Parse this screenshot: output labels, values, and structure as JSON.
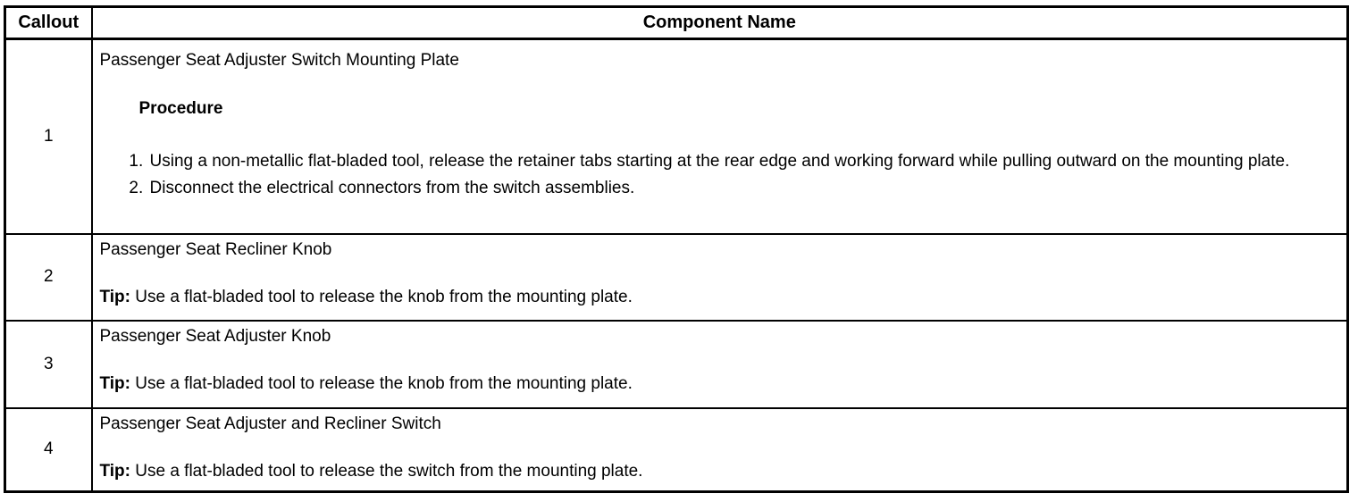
{
  "page": {
    "background_color": "#ffffff",
    "text_color": "#000000",
    "border_color": "#000000"
  },
  "table": {
    "headers": [
      {
        "label": "Callout"
      },
      {
        "label": "Component Name"
      }
    ],
    "rows": [
      {
        "callout": "1",
        "component": "Passenger Seat Adjuster Switch Mounting Plate",
        "procedure_heading": "Procedure",
        "steps": [
          "Using a non-metallic flat-bladed tool, release the retainer tabs starting at the rear edge and working forward while pulling outward on the mounting plate.",
          "Disconnect the electrical connectors from the switch assemblies."
        ]
      },
      {
        "callout": "2",
        "component": "Passenger Seat Recliner Knob",
        "tip_label": "Tip:",
        "tip_text": "Use a flat-bladed tool to release the knob from the mounting plate."
      },
      {
        "callout": "3",
        "component": "Passenger Seat Adjuster Knob",
        "tip_label": "Tip:",
        "tip_text": "Use a flat-bladed tool to release the knob from the mounting plate."
      },
      {
        "callout": "4",
        "component": "Passenger Seat Adjuster and Recliner Switch",
        "tip_label": "Tip:",
        "tip_text": "Use a flat-bladed tool to release the switch from the mounting plate."
      }
    ]
  }
}
